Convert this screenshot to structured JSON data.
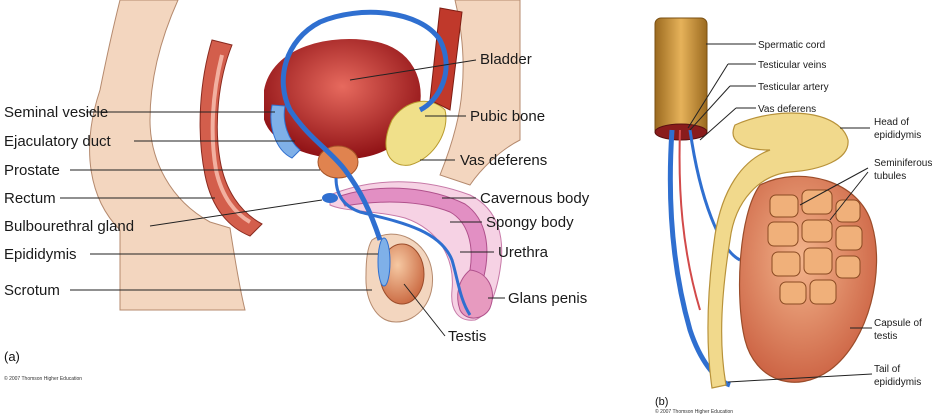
{
  "panel_a": {
    "letter": "(a)",
    "copyright": "© 2007 Thomson Higher Education",
    "labels_left": [
      "Seminal vesicle",
      "Ejaculatory duct",
      "Prostate",
      "Rectum",
      "Bulbourethral gland",
      "Epididymis",
      "Scrotum"
    ],
    "labels_right": [
      "Bladder",
      "Pubic bone",
      "Vas deferens",
      "Cavernous body",
      "Spongy body",
      "Urethra",
      "Glans penis",
      "Testis"
    ]
  },
  "panel_b": {
    "letter": "(b)",
    "copyright": "© 2007 Thomson Higher Education",
    "labels_top": [
      "Spermatic cord",
      "Testicular veins",
      "Testicular artery",
      "Vas deferens"
    ],
    "labels_right": [
      "Head of",
      "epididymis",
      "Seminiferous",
      "tubules",
      "Capsule of",
      "testis",
      "Tail of",
      "epididymis"
    ]
  },
  "colors": {
    "skin": "#f3d6bf",
    "tissue": "#e9b9a0",
    "muscle": "#c0392b",
    "bladder": "#b0181c",
    "duct_blue": "#2f6fd0",
    "bone": "#f0e08a",
    "erectile": "#e28fc3",
    "testis": "#e79a6e",
    "epididymis": "#f1d98c"
  }
}
